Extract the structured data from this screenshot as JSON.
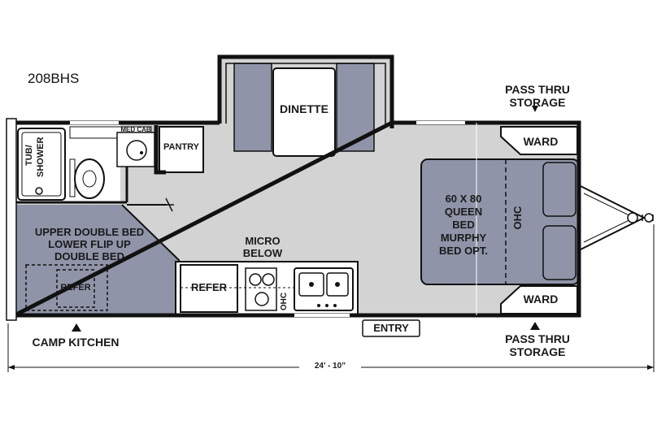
{
  "model": "208BHS",
  "labels": {
    "dinette": "DINETTE",
    "med_cab": "MED CAB",
    "pantry": "PANTRY",
    "tub_shower_1": "TUB/",
    "tub_shower_2": "SHOWER",
    "bunk_1": "UPPER DOUBLE BED",
    "bunk_2": "LOWER FLIP UP",
    "bunk_3": "DOUBLE BED",
    "refer_outdoor": "REFER",
    "camp_kitchen": "CAMP KITCHEN",
    "micro_1": "MICRO",
    "micro_2": "BELOW",
    "refer_kitchen": "REFER",
    "ohc_kitchen": "OHC",
    "entry": "ENTRY",
    "bed_1": "60 X 80",
    "bed_2": "QUEEN",
    "bed_3": "BED",
    "bed_4": "MURPHY",
    "bed_5": "BED OPT.",
    "ohc_bed": "OHC",
    "ward_top": "WARD",
    "ward_bottom": "WARD",
    "pass_top_1": "PASS THRU",
    "pass_top_2": "STORAGE",
    "pass_bottom_1": "PASS THRU",
    "pass_bottom_2": "STORAGE",
    "length": "24’ - 10”"
  }
}
